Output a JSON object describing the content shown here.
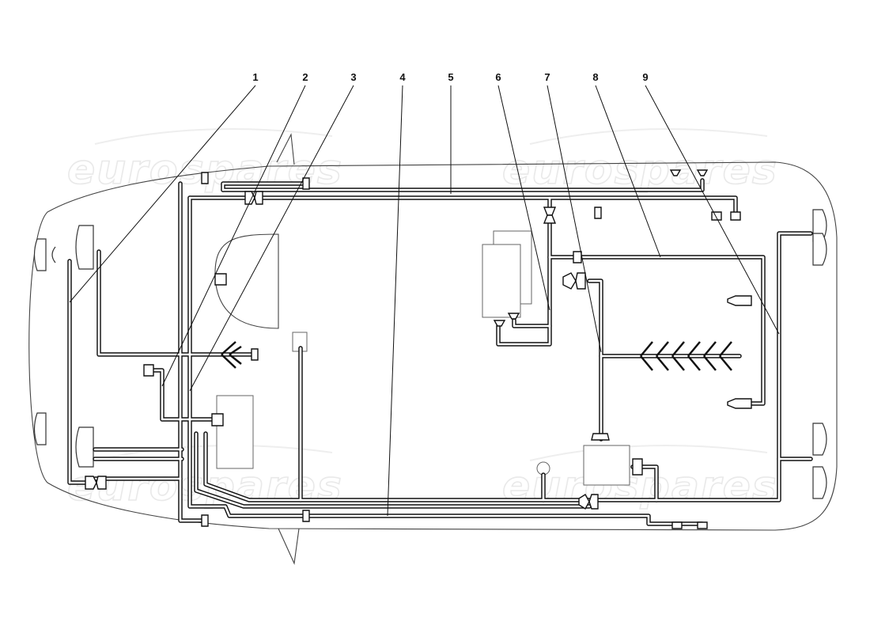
{
  "watermark": {
    "text": "eurospares"
  },
  "parts": [
    {
      "number": "1"
    },
    {
      "number": "2"
    },
    {
      "number": "3"
    },
    {
      "number": "4"
    },
    {
      "number": "5"
    },
    {
      "number": "6"
    },
    {
      "number": "7"
    },
    {
      "number": "8"
    },
    {
      "number": "9"
    }
  ]
}
